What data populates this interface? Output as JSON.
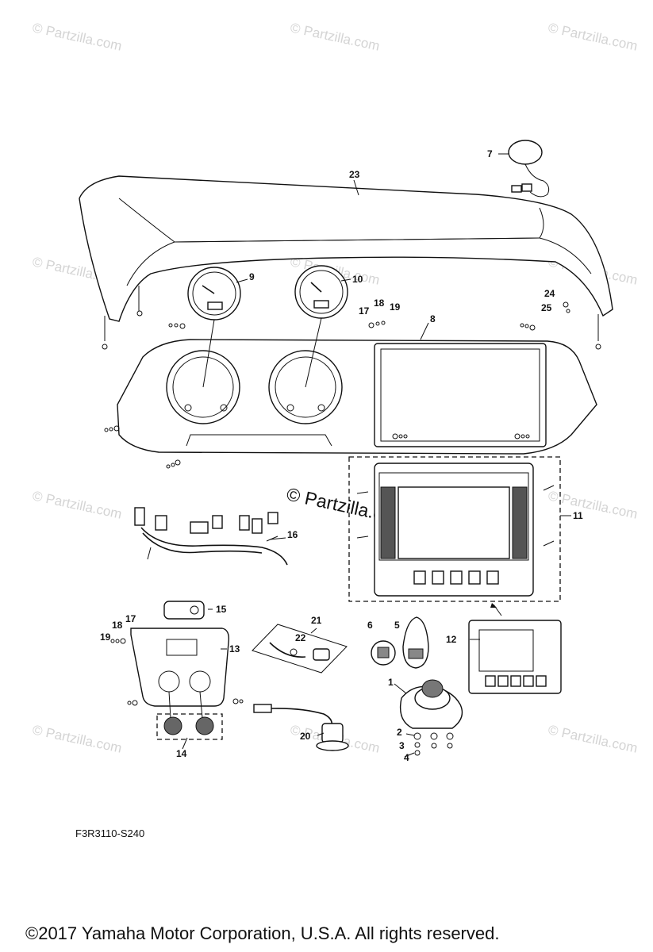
{
  "watermarks": [
    "© Partzilla.com",
    "© Partzilla.com"
  ],
  "diagram_code": "F3R3110-S240",
  "copyright": "©2017  Yamaha Motor Corporation, U.S.A. All rights reserved.",
  "callouts": {
    "c1": "1",
    "c2": "2",
    "c3": "3",
    "c4": "4",
    "c5": "5",
    "c6": "6",
    "c7": "7",
    "c8": "8",
    "c9": "9",
    "c10": "10",
    "c11": "11",
    "c12": "12",
    "c13": "13",
    "c14": "14",
    "c15": "15",
    "c16": "16",
    "c17a": "17",
    "c17b": "17",
    "c18a": "18",
    "c18b": "18",
    "c19a": "19",
    "c19b": "19",
    "c20": "20",
    "c21": "21",
    "c22": "22",
    "c23": "23",
    "c24": "24",
    "c25": "25"
  }
}
